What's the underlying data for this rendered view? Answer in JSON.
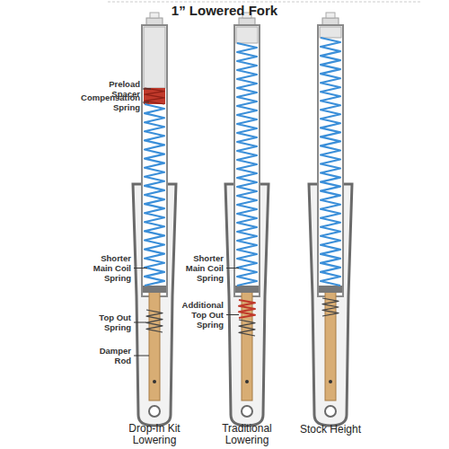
{
  "diagram": {
    "title": "1” Lowered Fork",
    "labels": [
      "Preload Spacer",
      "Compensation Spring",
      "Shorter Main Coil Spring",
      "Top Out Spring",
      "Damper Rod",
      "Shorter Main Coil Spring",
      "Additional Top Out Spring",
      "Drop-In Kit Lowering",
      "Traditional Lowering",
      "Stock Height"
    ]
  }
}
